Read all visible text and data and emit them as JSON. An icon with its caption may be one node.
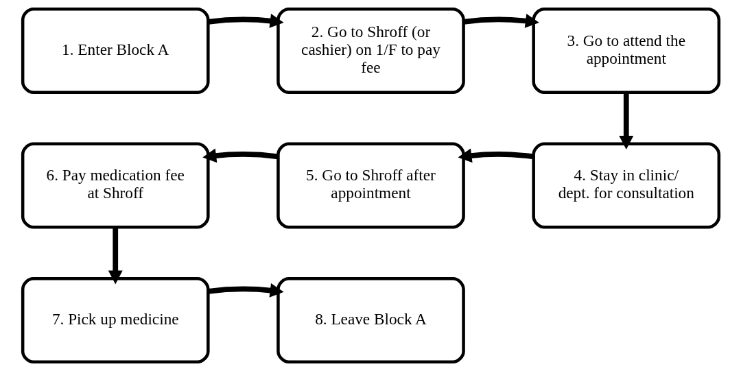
{
  "diagram": {
    "nodes": [
      {
        "text": [
          "1. Enter Block A"
        ]
      },
      {
        "text": [
          "2. Go to Shroff (or cashier) on 1/F to pay fee"
        ]
      },
      {
        "text": [
          "3. Go to attend the appointment"
        ]
      },
      {
        "text": [
          "4. Stay in clinic/ dept. for consultation"
        ]
      },
      {
        "text": [
          "5. Go to Shroff after appointment"
        ]
      },
      {
        "text": [
          "6. Pay medication fee at Shroff"
        ]
      },
      {
        "text": [
          "7. Pick up medicine"
        ]
      },
      {
        "text": [
          "8. Leave Block A"
        ]
      }
    ],
    "edges": [
      {
        "from": 0,
        "to": 1,
        "arrow": "to"
      },
      {
        "from": 1,
        "to": 2,
        "arrow": "to"
      },
      {
        "from": 2,
        "to": 3,
        "arrow": "to"
      },
      {
        "from": 3,
        "to": 4,
        "arrow": "to"
      },
      {
        "from": 4,
        "to": 5,
        "arrow": "to"
      },
      {
        "from": 5,
        "to": 6,
        "arrow": "to"
      },
      {
        "from": 6,
        "to": 7,
        "arrow": "to"
      }
    ]
  }
}
